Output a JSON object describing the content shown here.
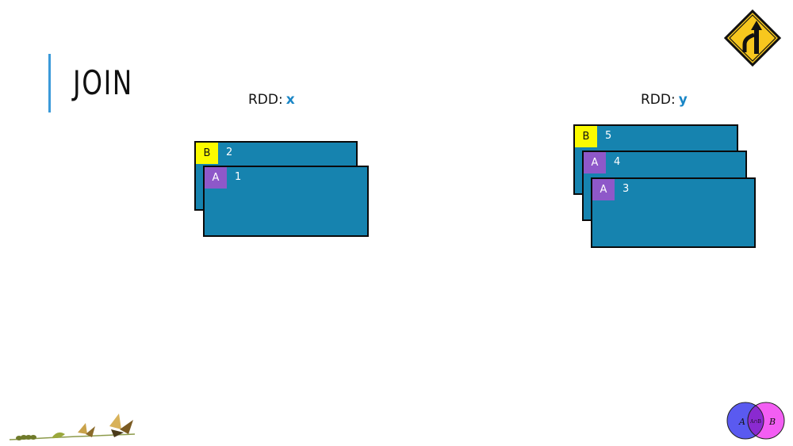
{
  "slide": {
    "title": "JOIN"
  },
  "rdd_x": {
    "prefix": "RDD:",
    "var": "x",
    "cards": [
      {
        "key": "B",
        "value": "2",
        "key_color": "#fbfb00"
      },
      {
        "key": "A",
        "value": "1",
        "key_color": "#8e58c9"
      }
    ]
  },
  "rdd_y": {
    "prefix": "RDD:",
    "var": "y",
    "cards": [
      {
        "key": "B",
        "value": "5",
        "key_color": "#fbfb00"
      },
      {
        "key": "A",
        "value": "4",
        "key_color": "#8e58c9"
      },
      {
        "key": "A",
        "value": "3",
        "key_color": "#8e58c9"
      }
    ]
  },
  "venn": {
    "left": "A",
    "right": "B",
    "intersection": "A∩B",
    "left_color": "#5a5af0",
    "right_color": "#f35ef3"
  },
  "colors": {
    "card": "#1683af",
    "accent": "#3b9ad9",
    "var": "#1a86c6",
    "sign": "#f7c71e"
  },
  "icons": [
    "merge-sign-icon",
    "caterpillar-butterfly-icon",
    "venn-diagram-icon"
  ]
}
